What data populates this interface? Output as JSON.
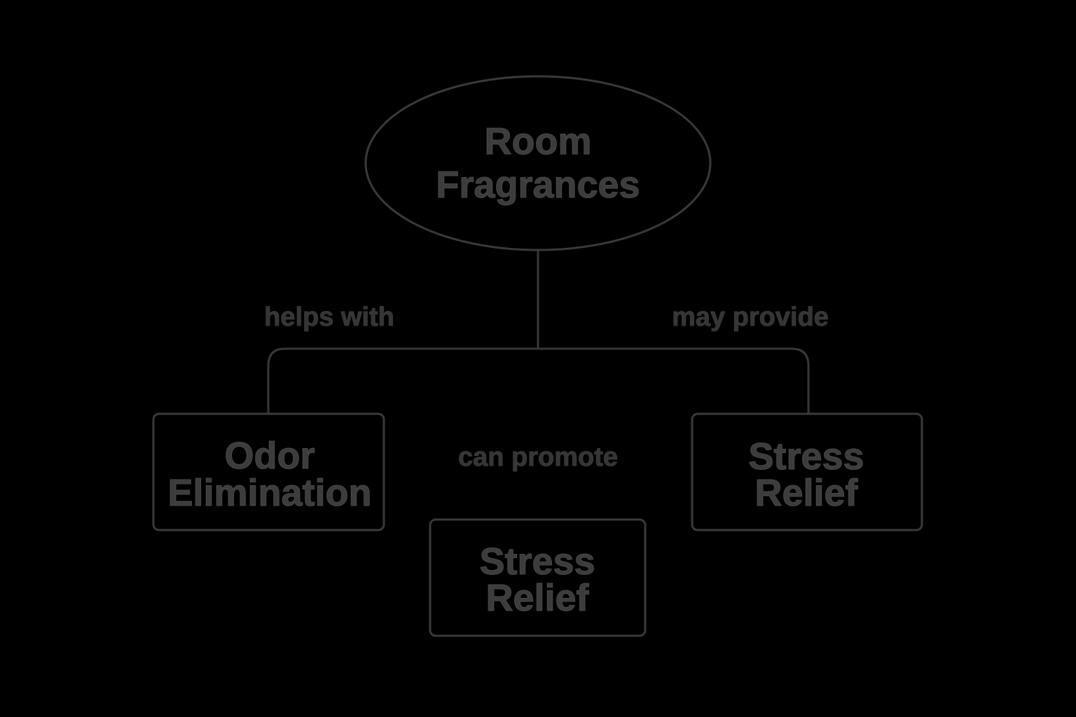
{
  "root": {
    "line1": "Room",
    "line2": "Fragrances"
  },
  "nodes": {
    "odor": {
      "line1": "Odor",
      "line2": "Elimination"
    },
    "stress_right": {
      "line1": "Stress",
      "line2": "Relief"
    },
    "stress_center": {
      "line1": "Stress",
      "line2": "Relief"
    }
  },
  "edges": {
    "helps_with": "helps with",
    "may_provide": "may provide",
    "can_promote": "can promote"
  },
  "colors": {
    "background": "#000000",
    "stroke": "#3a3a3a",
    "text": "#3c3c3c"
  }
}
